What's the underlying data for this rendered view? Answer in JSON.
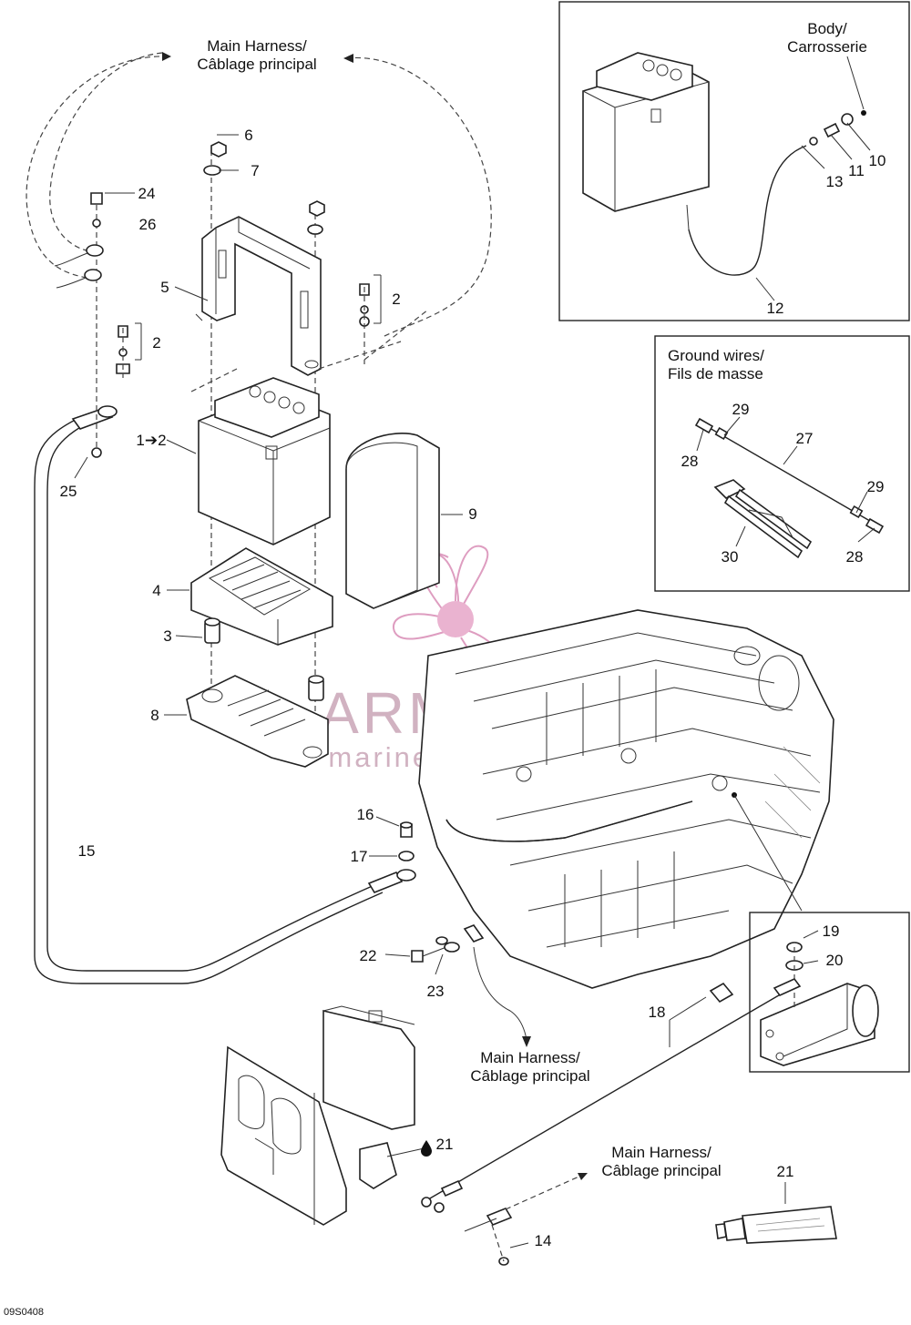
{
  "labels": {
    "main_harness": "Main Harness/",
    "main_harness_fr": "Câblage principal",
    "body": "Body/",
    "body_fr": "Carrosserie",
    "ground_wires": "Ground wires/",
    "ground_wires_fr": "Fils de masse"
  },
  "watermark": {
    "brand": "ARMADA",
    "tagline": "marine outboards",
    "color": "#e7a6c8"
  },
  "figure_code": "09S0408",
  "callouts": {
    "c1": "1➔2",
    "c2a": "2",
    "c2b": "2",
    "c3": "3",
    "c4": "4",
    "c5": "5",
    "c6": "6",
    "c7": "7",
    "c8": "8",
    "c9": "9",
    "c10": "10",
    "c11": "11",
    "c12": "12",
    "c13": "13",
    "c14": "14",
    "c15": "15",
    "c16": "16",
    "c17": "17",
    "c18": "18",
    "c19": "19",
    "c20": "20",
    "c21a": "21",
    "c21b": "21",
    "c22": "22",
    "c23": "23",
    "c24": "24",
    "c25": "25",
    "c26": "26",
    "c27": "27",
    "c28a": "28",
    "c28b": "28",
    "c29a": "29",
    "c29b": "29",
    "c30": "30"
  }
}
